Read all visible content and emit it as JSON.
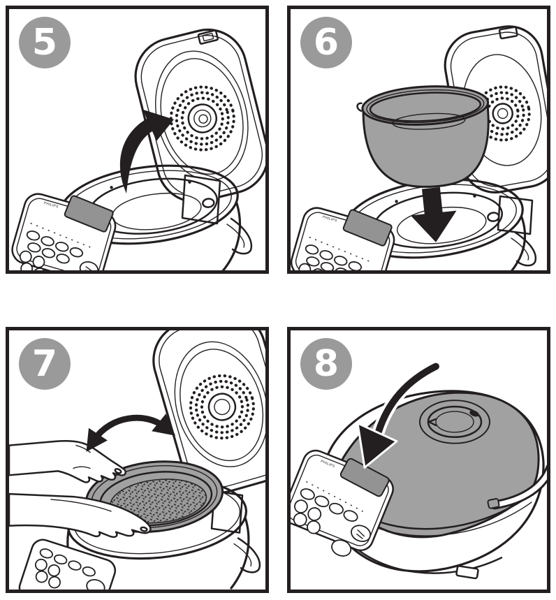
{
  "brand": "PHILIPS",
  "colors": {
    "line": "#231f20",
    "gray": "#a1a1a1",
    "badge": "#9a9a9a",
    "display": "#939393",
    "white": "#ffffff"
  },
  "panels": [
    {
      "step": "5",
      "arrow_icon": "curved-open-lid-arrow"
    },
    {
      "step": "6",
      "arrow_icon": "straight-down-arrow"
    },
    {
      "step": "7",
      "arrow_icon": "double-headed-rotate-arrow"
    },
    {
      "step": "8",
      "arrow_icon": "curved-close-lid-arrow"
    }
  ]
}
